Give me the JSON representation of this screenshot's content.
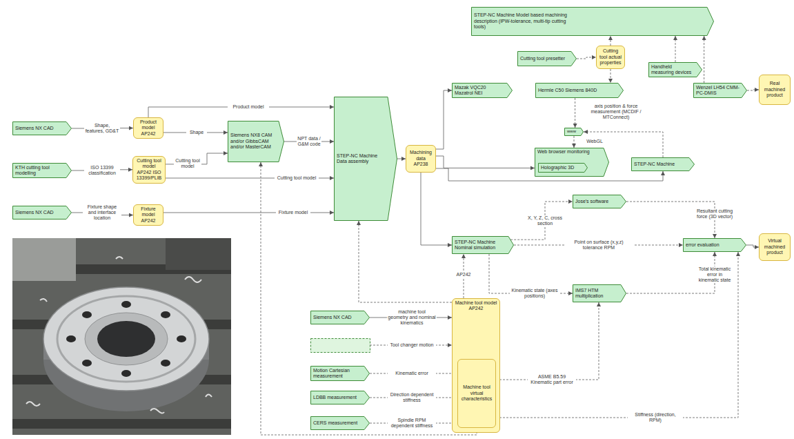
{
  "diagram": {
    "nodes": [
      {
        "text": [
          "Siemens NX CAD"
        ]
      },
      {
        "text": [
          "Product model AP242"
        ]
      },
      {
        "text": [
          "KTH cutting tool modelling"
        ]
      },
      {
        "text": [
          "Cutting tool model AP242 ISO 13399/PLIB"
        ]
      },
      {
        "text": [
          "Siemens NX CAD"
        ]
      },
      {
        "text": [
          "Fixture model AP242"
        ]
      },
      {
        "text": [
          "Siemens NX8 CAM and/or GibbsCAM and/or MasterCAM"
        ]
      },
      {
        "text": [
          "STEP-NC Machine Data assembly"
        ]
      },
      {
        "text": [
          "Machining data AP238"
        ]
      },
      {
        "text": [
          "STEP-NC Machine Model based machining description (IPW-tolerance, multi-tip cutting tools)"
        ]
      },
      {
        "text": [
          "Cutting tool presetter"
        ]
      },
      {
        "text": [
          "Cutting tool actual properties"
        ]
      },
      {
        "text": [
          "Handheld measuring devices"
        ]
      },
      {
        "text": [
          "Mazak VQC20 Mazatrol NEI"
        ]
      },
      {
        "text": [
          "Hermle C50 Siemens 840D"
        ]
      },
      {
        "text": [
          "Wenzel LH54 CMM-PC-DMIS"
        ]
      },
      {
        "text": [
          "Real machined product"
        ]
      },
      {
        "text": [
          "www"
        ]
      },
      {
        "text": [
          "Web browser monitoring"
        ]
      },
      {
        "text": [
          "Holographic 3D"
        ],
        "in": 18
      },
      {
        "text": [
          "STEP-NC Machine"
        ]
      },
      {
        "text": [
          "Jose's software"
        ]
      },
      {
        "text": [
          "STEP-NC Machine Nominal simulation"
        ]
      },
      {
        "text": [
          "error evaluation"
        ]
      },
      {
        "text": [
          "Virtual machined product"
        ]
      },
      {
        "text": [
          "IMS7 HTM multiplication"
        ]
      },
      {
        "text": [
          "Siemens NX CAD"
        ]
      },
      {
        "text": [
          "Machine tool model AP242"
        ]
      },
      {
        "text": [
          "Machine tool virtual characteristics"
        ],
        "in": 27
      },
      {
        "text": [
          "Motion Cartesian measurement"
        ]
      },
      {
        "text": [
          "LDBB measurement"
        ]
      },
      {
        "text": [
          "CERS measurement"
        ]
      }
    ],
    "edges": [
      {
        "from": 0,
        "to": 1,
        "arrow": "to",
        "label": "Shape, features, GD&T"
      },
      {
        "from": 1,
        "to": 7,
        "arrow": "to",
        "label": "Product model"
      },
      {
        "from": 1,
        "to": 6,
        "arrow": "to",
        "label": "Shape"
      },
      {
        "from": 2,
        "to": 3,
        "arrow": "to",
        "label": "ISO 13399 classification"
      },
      {
        "from": 3,
        "to": 6,
        "arrow": "to",
        "label": "Cutting tool model"
      },
      {
        "from": 3,
        "to": 7,
        "arrow": "to",
        "label": "Cutting tool model"
      },
      {
        "from": 4,
        "to": 5,
        "arrow": "to",
        "label": "Fixture shape and interface location"
      },
      {
        "from": 5,
        "to": 7,
        "arrow": "to",
        "label": "Fixture model"
      },
      {
        "from": 6,
        "to": 7,
        "arrow": "to",
        "label": "NPT data / G&M code"
      },
      {
        "from": 7,
        "to": 8,
        "arrow": "to"
      },
      {
        "from": 8,
        "to": 13,
        "arrow": "to"
      },
      {
        "from": 8,
        "to": 18,
        "arrow": "to"
      },
      {
        "from": 8,
        "to": 20,
        "arrow": "to"
      },
      {
        "from": 8,
        "to": 22,
        "arrow": "to"
      },
      {
        "from": 10,
        "to": 11,
        "arrow": "to"
      },
      {
        "from": 11,
        "to": 9,
        "arrow": "to"
      },
      {
        "from": 11,
        "to": 14,
        "arrow": "to"
      },
      {
        "from": 12,
        "to": 9,
        "arrow": "to"
      },
      {
        "from": 15,
        "to": 9,
        "arrow": "to"
      },
      {
        "from": 15,
        "to": 16,
        "arrow": "to"
      },
      {
        "from": 14,
        "to": 17,
        "arrow": "to",
        "label": "axis position & force measurement (MCDIF / MTConnect)"
      },
      {
        "from": 17,
        "to": 18,
        "arrow": "to",
        "label": "WebGL"
      },
      {
        "from": 20,
        "to": 17,
        "arrow": "to"
      },
      {
        "from": 22,
        "to": 21,
        "arrow": "to",
        "label": "X, Y, Z, C, cross section"
      },
      {
        "from": 21,
        "to": 23,
        "arrow": "to",
        "label": "Resultant cutting force (3D vector)"
      },
      {
        "from": 22,
        "to": 23,
        "arrow": "to",
        "label": "Point on surface (x,y,z) tolerance RPM"
      },
      {
        "from": 22,
        "to": 25,
        "arrow": "to",
        "label": "Kinematic state (axes positions)"
      },
      {
        "from": 25,
        "to": 23,
        "arrow": "to",
        "label": "Total kinematic error in kinematic state"
      },
      {
        "from": 23,
        "to": 24,
        "arrow": "to"
      },
      {
        "from": 26,
        "to": 27,
        "arrow": "to",
        "label": "machine tool geometry and nominal kinematics"
      },
      {
        "from": 27,
        "to": 22,
        "arrow": "to",
        "label": "AP242"
      },
      {
        "from": 29,
        "to": 28,
        "arrow": "to",
        "label": "Kinematic error"
      },
      {
        "from": 30,
        "to": 28,
        "arrow": "to",
        "label": "Direction dependent stiffness"
      },
      {
        "from": 31,
        "to": 28,
        "arrow": "to",
        "label": "Spindle RPM dependent stiffness"
      },
      {
        "from": 28,
        "to": 25,
        "arrow": "to",
        "label": "ASME B5.59 Kinematic part error"
      },
      {
        "from": 28,
        "to": 23,
        "arrow": "to",
        "label": "Stiffness (direction, RPM)"
      },
      {
        "from": 27,
        "to": 7,
        "arrow": "to"
      },
      {
        "from": 28,
        "to": 6,
        "arrow": "to"
      }
    ],
    "labels": [
      "Tool changer motion"
    ]
  }
}
